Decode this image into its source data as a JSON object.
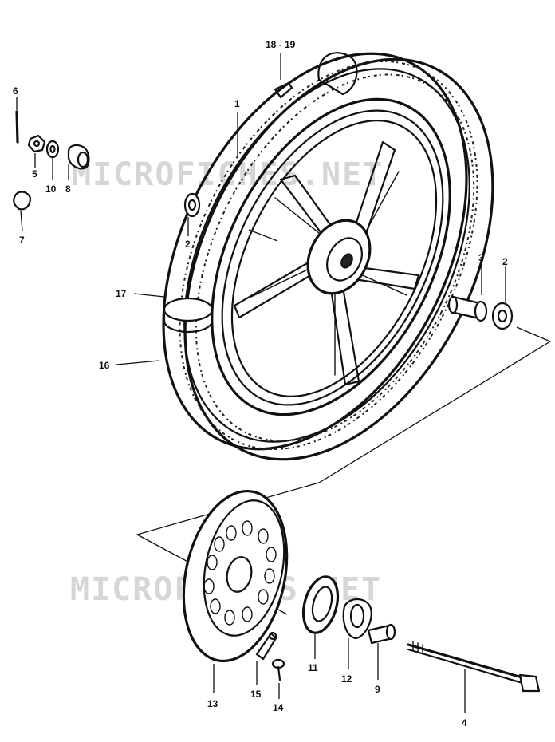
{
  "watermarks": [
    "MICROFICHES.NET",
    "MICROFICHES.NET"
  ],
  "labels": {
    "p1": "1",
    "p2a": "2",
    "p2b": "2",
    "p3": "3",
    "p4": "4",
    "p5": "5",
    "p6": "6",
    "p7": "7",
    "p8": "8",
    "p9": "9",
    "p10": "10",
    "p11": "11",
    "p12": "12",
    "p13": "13",
    "p14": "14",
    "p15": "15",
    "p16": "16",
    "p17": "17",
    "p1819": "18 - 19"
  }
}
